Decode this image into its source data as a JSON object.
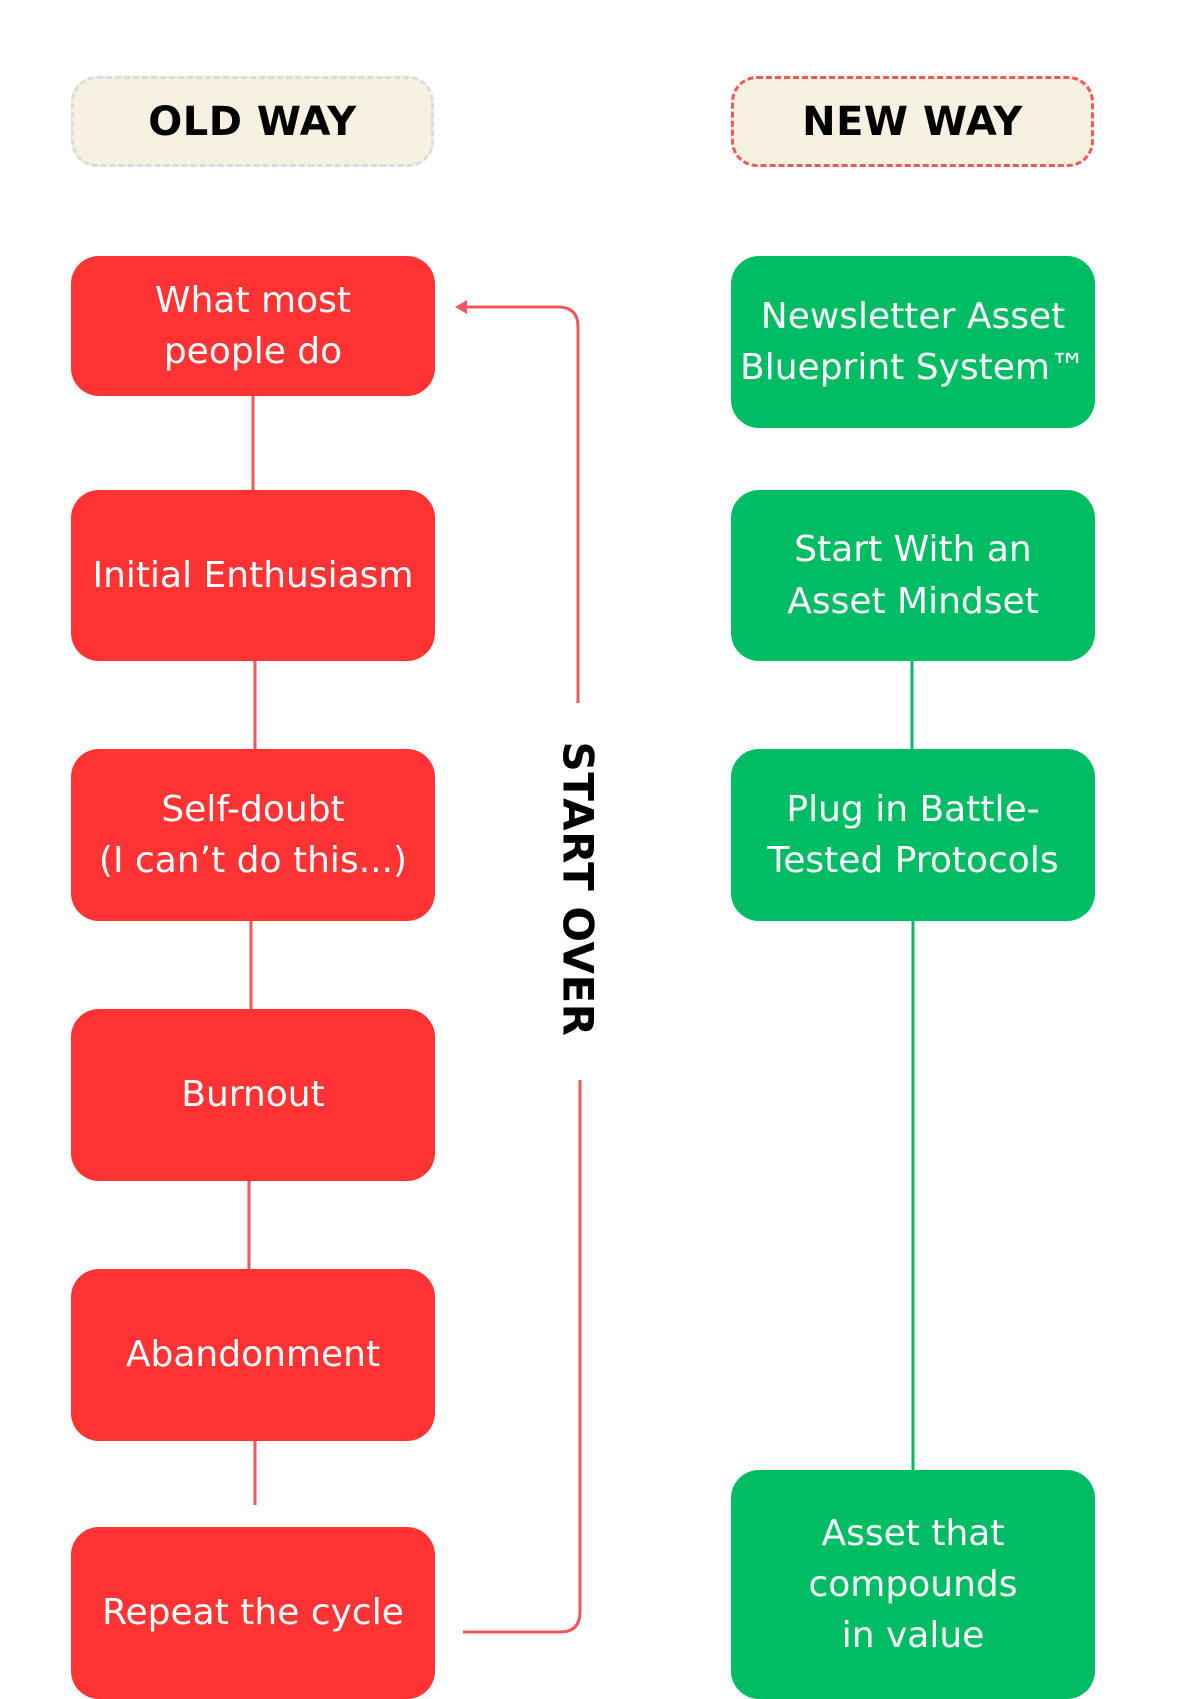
{
  "headers": {
    "old": "OLD WAY",
    "new": "NEW WAY"
  },
  "old_way": {
    "steps": [
      "What most\npeople do",
      "Initial Enthusiasm",
      "Self-doubt\n(I can’t do this...)",
      "Burnout",
      "Abandonment",
      "Repeat the cycle"
    ],
    "loop_label": "START OVER",
    "color": "#ff3333",
    "connector_color": "#f0585a"
  },
  "new_way": {
    "steps": [
      "Newsletter Asset\nBlueprint System™",
      "Start With an\nAsset Mindset",
      "Plug in Battle-\nTested Protocols",
      "Asset that\ncompounds\nin value"
    ],
    "color": "#00bd63"
  },
  "colors": {
    "header_bg": "#f6f1e0",
    "old_header_border": "#dcdcdc",
    "new_header_border": "#f0585a"
  }
}
